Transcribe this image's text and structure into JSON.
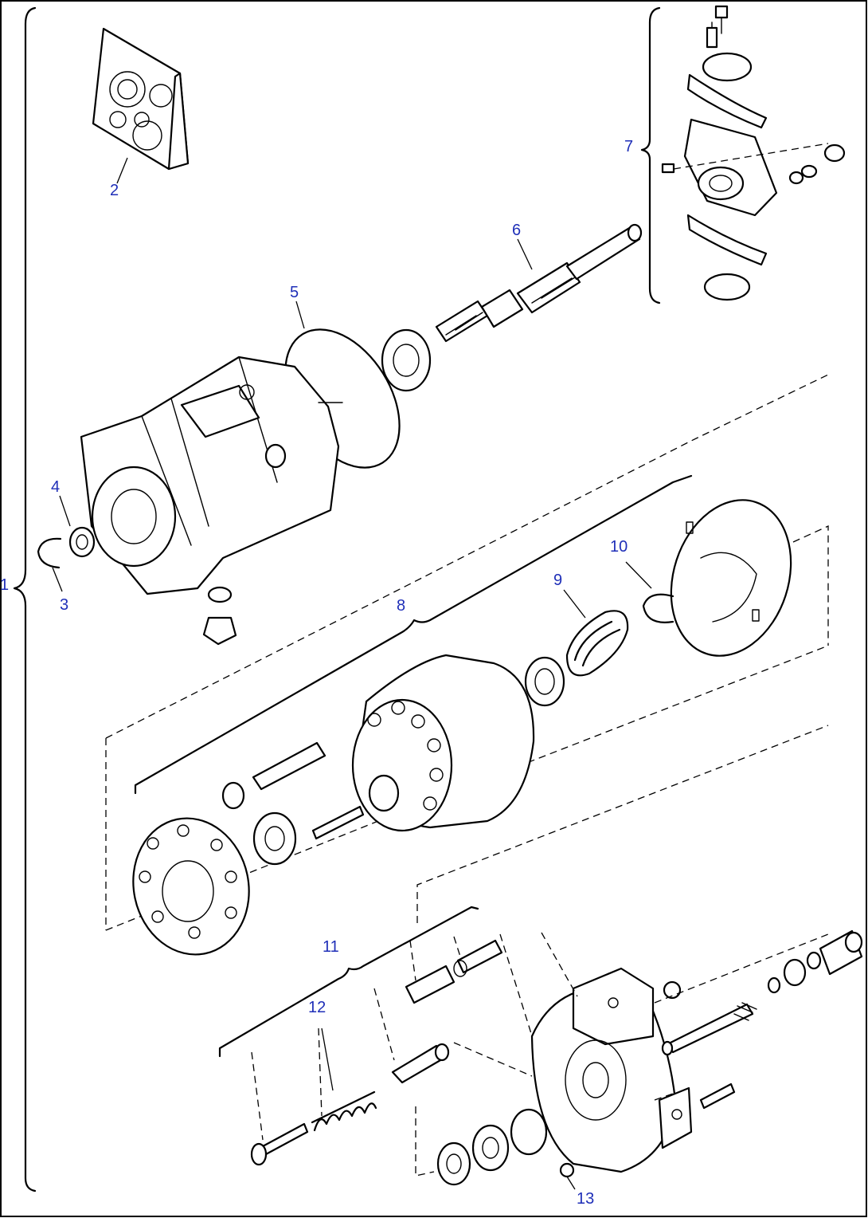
{
  "callouts": [
    {
      "id": "1",
      "text": "1"
    },
    {
      "id": "2",
      "text": "2"
    },
    {
      "id": "3",
      "text": "3"
    },
    {
      "id": "4",
      "text": "4"
    },
    {
      "id": "5",
      "text": "5"
    },
    {
      "id": "6",
      "text": "6"
    },
    {
      "id": "7",
      "text": "7"
    },
    {
      "id": "8",
      "text": "8"
    },
    {
      "id": "9",
      "text": "9"
    },
    {
      "id": "10",
      "text": "10"
    },
    {
      "id": "11",
      "text": "11"
    },
    {
      "id": "12",
      "text": "12"
    },
    {
      "id": "13",
      "text": "13"
    }
  ],
  "colors": {
    "callout": "#1f2fb8",
    "line": "#000000",
    "background": "#ffffff"
  }
}
